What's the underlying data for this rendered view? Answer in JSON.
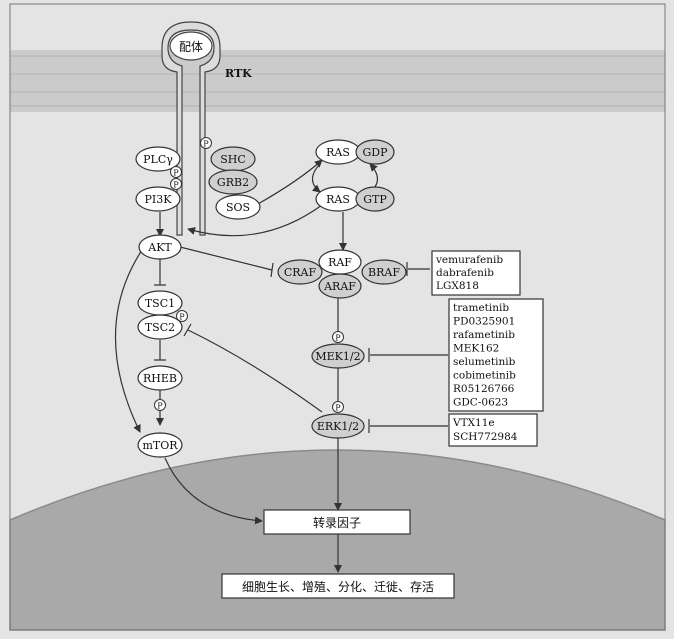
{
  "ligand": "配体",
  "receptor": "RTK",
  "phospho": "P",
  "nodes": {
    "plcg": "PLCγ",
    "shc": "SHC",
    "grb2": "GRB2",
    "sos": "SOS",
    "pi3k": "PI3K",
    "akt": "AKT",
    "tsc1": "TSC1",
    "tsc2": "TSC2",
    "rheb": "RHEB",
    "mtor": "mTOR",
    "ras1": "RAS",
    "gdp": "GDP",
    "ras2": "RAS",
    "gtp": "GTP",
    "raf": "RAF",
    "craf": "CRAF",
    "braf": "BRAF",
    "araf": "ARAF",
    "mek": "MEK1/2",
    "erk": "ERK1/2"
  },
  "raf_inhibitors": [
    "vemurafenib",
    "dabrafenib",
    "LGX818"
  ],
  "mek_inhibitors": [
    "trametinib",
    "PD0325901",
    "rafametinib",
    "MEK162",
    "selumetinib",
    "cobimetinib",
    "R05126766",
    "GDC-0623"
  ],
  "erk_inhibitors": [
    "VTX11e",
    "SCH772984"
  ],
  "transcription": "转录因子",
  "outcome": "细胞生长、增殖、分化、迁徙、存活",
  "colors": {
    "background": "#e4e4e4",
    "membrane": "#c9c9c9",
    "nucleus": "#a8a8a8",
    "node_fill": "#ffffff",
    "node_fill_grey": "#cfcfcf",
    "line": "#333333"
  }
}
